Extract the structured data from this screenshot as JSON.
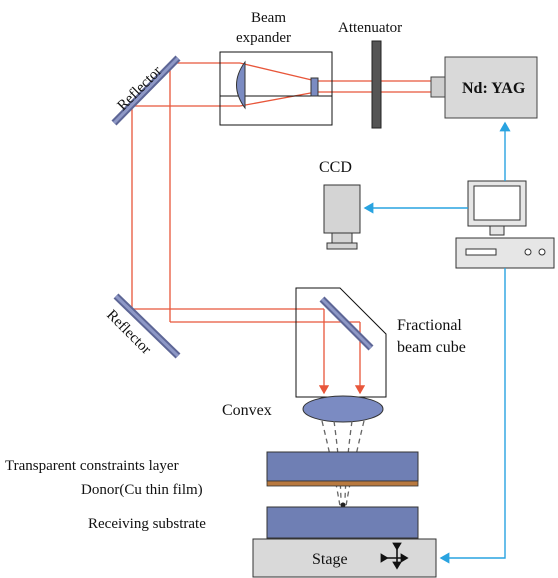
{
  "labels": {
    "beam_expander_line1": "Beam",
    "beam_expander_line2": "expander",
    "attenuator": "Attenuator",
    "laser": "Nd: YAG",
    "reflector_top": "Reflector",
    "reflector_bottom": "Reflector",
    "ccd": "CCD",
    "fractional_line1": "Fractional",
    "fractional_line2": "beam cube",
    "convex": "Convex",
    "transparent_layer": "Transparent constraints layer",
    "donor": "Donor(Cu thin film)",
    "receiving": "Receiving substrate",
    "stage": "Stage"
  },
  "colors": {
    "laser_beam": "#e8563a",
    "signal_line": "#29a3e0",
    "component_fill": "#d9d9d9",
    "substrate_fill": "#6f7fb4",
    "donor_film": "#b8793f",
    "lens_fill": "#7b8bc2"
  },
  "icons": {
    "stage_move": "four-way-arrow-icon",
    "computer": "desktop-computer-icon",
    "camera": "ccd-camera-icon"
  }
}
